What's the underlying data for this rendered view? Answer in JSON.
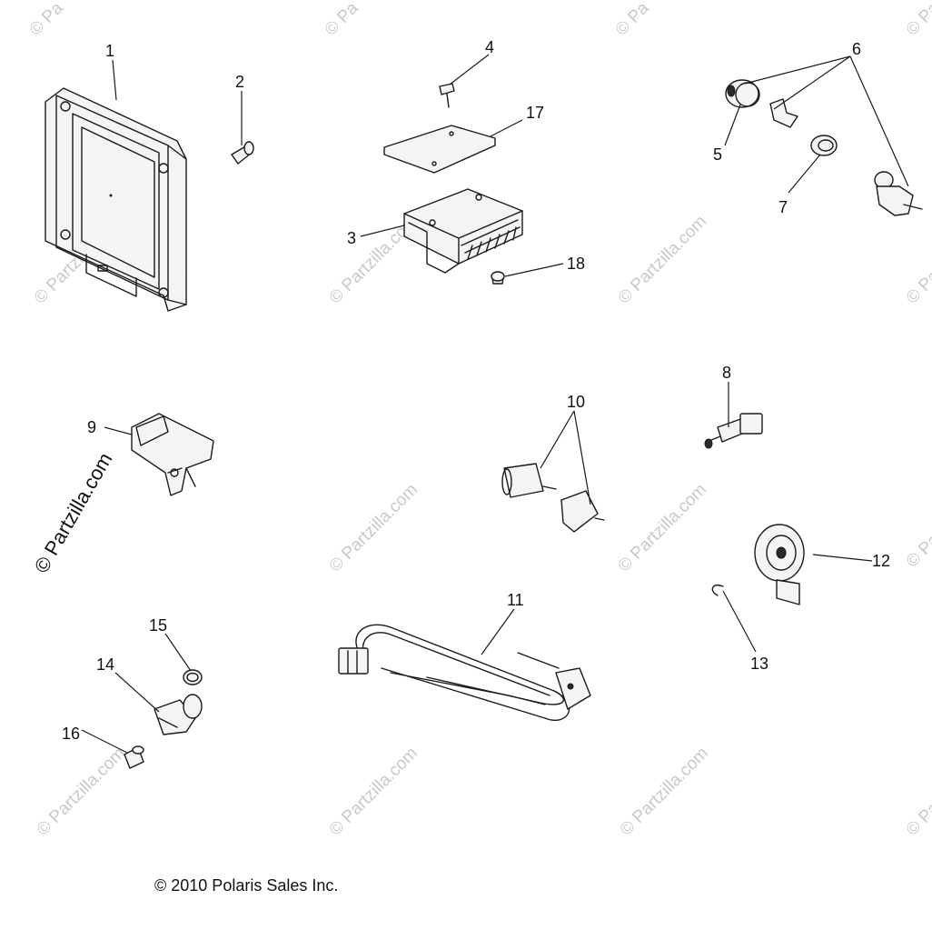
{
  "callouts": [
    "1",
    "2",
    "3",
    "4",
    "5",
    "6",
    "7",
    "8",
    "9",
    "10",
    "11",
    "12",
    "13",
    "14",
    "15",
    "16",
    "17",
    "18"
  ],
  "watermark": {
    "short": "© Pa",
    "full": "© Partzilla.com",
    "side": "© Partzilla.com"
  },
  "copyright": "© 2010 Polaris Sales Inc."
}
